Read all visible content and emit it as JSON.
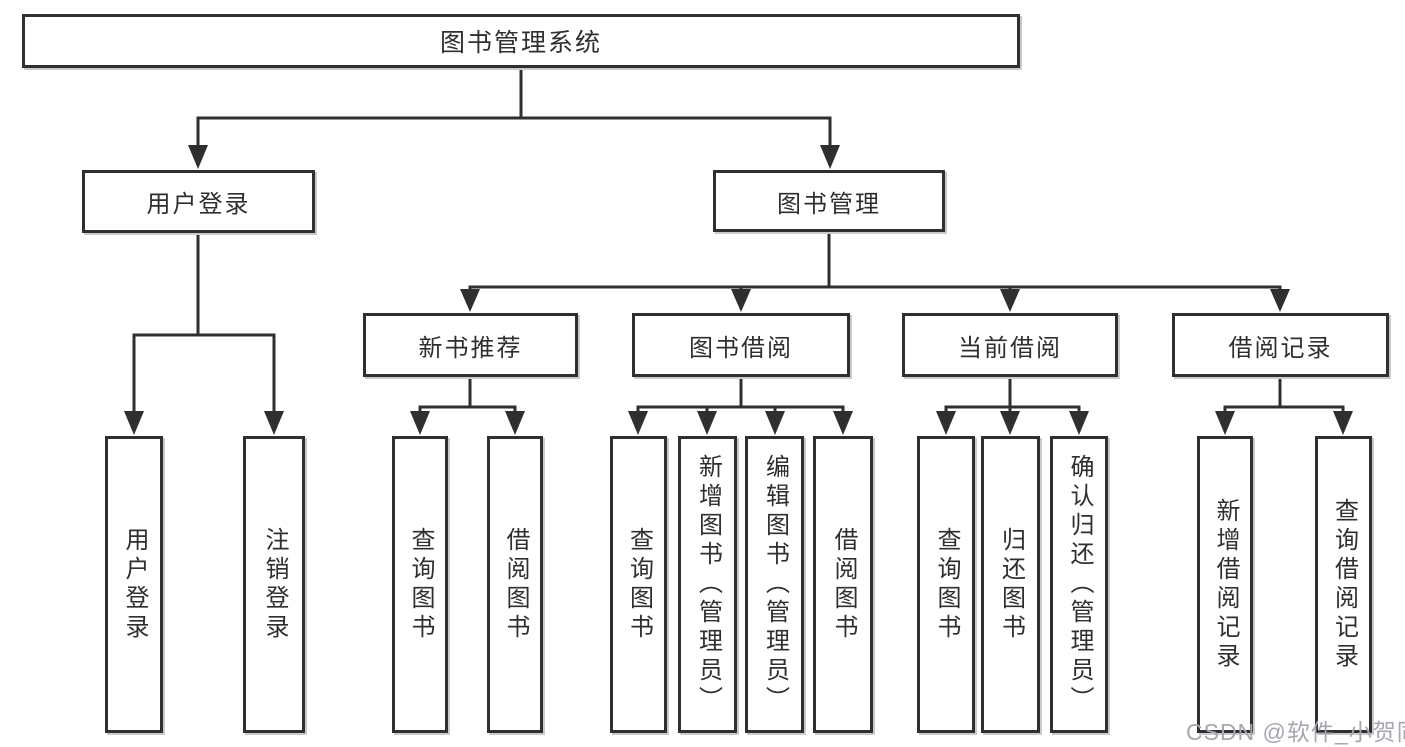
{
  "diagram_title": "图书管理系统",
  "tree": {
    "root": {
      "label": "图书管理系统"
    },
    "branches": [
      {
        "label": "用户登录",
        "children": [
          {
            "label": "用户登录"
          },
          {
            "label": "注销登录"
          }
        ]
      },
      {
        "label": "图书管理",
        "children": [
          {
            "label": "新书推荐",
            "children": [
              {
                "label": "查询图书"
              },
              {
                "label": "借阅图书"
              }
            ]
          },
          {
            "label": "图书借阅",
            "children": [
              {
                "label": "查询图书"
              },
              {
                "label": "新增图书（管理员）"
              },
              {
                "label": "编辑图书（管理员）"
              },
              {
                "label": "借阅图书"
              }
            ]
          },
          {
            "label": "当前借阅",
            "children": [
              {
                "label": "查询图书"
              },
              {
                "label": "归还图书"
              },
              {
                "label": "确认归还（管理员）"
              }
            ]
          },
          {
            "label": "借阅记录",
            "children": [
              {
                "label": "新增借阅记录"
              },
              {
                "label": "查询借阅记录"
              }
            ]
          }
        ]
      }
    ]
  },
  "colors": {
    "line": "#2f2f2f",
    "box_border": "#2f2f2f",
    "text": "#2f2f2f",
    "watermark": "#a6a6af",
    "background": "#ffffff"
  },
  "watermark": "CSDN @软件_小贺同学"
}
